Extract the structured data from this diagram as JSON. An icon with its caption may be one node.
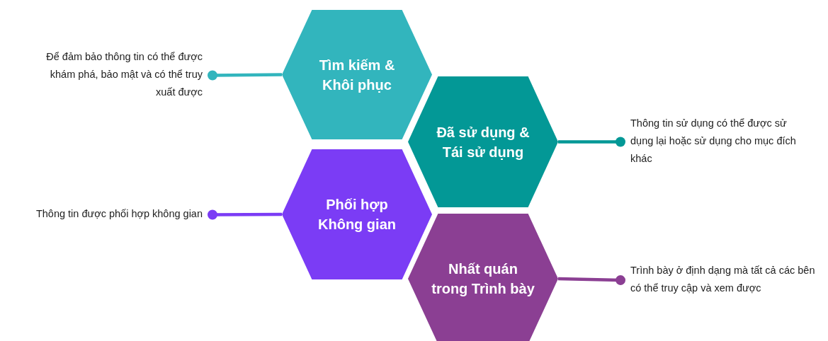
{
  "diagram": {
    "nodes": [
      {
        "text": [
          "Tìm kiếm & Khôi phục"
        ]
      },
      {
        "text": [
          "Để đảm bảo thông tin có thể được khám phá, bảo mật và có thể truy xuất được"
        ]
      },
      {
        "text": [
          "Đã sử dụng & Tái sử dụng"
        ]
      },
      {
        "text": [
          "Thông tin sử dụng có thể được sử dụng lại hoặc sử dụng cho mục đích khác"
        ]
      },
      {
        "text": [
          "Phối hợp Không gian"
        ]
      },
      {
        "text": [
          "Thông tin được phối hợp không gian"
        ]
      },
      {
        "text": [
          "Nhất quán trong Trình bày"
        ]
      },
      {
        "text": [
          "Trình bày ở định dạng mà tất cả các bên có thể truy cập và xem được"
        ]
      }
    ],
    "edges": [
      {
        "from": 1,
        "to": 0,
        "arrow": "other",
        "color": "#32b5bd"
      },
      {
        "from": 3,
        "to": 2,
        "arrow": "other",
        "color": "#039896"
      },
      {
        "from": 5,
        "to": 4,
        "arrow": "other",
        "color": "#7b3cf5"
      },
      {
        "from": 7,
        "to": 6,
        "arrow": "other",
        "color": "#8b3f93"
      }
    ]
  }
}
